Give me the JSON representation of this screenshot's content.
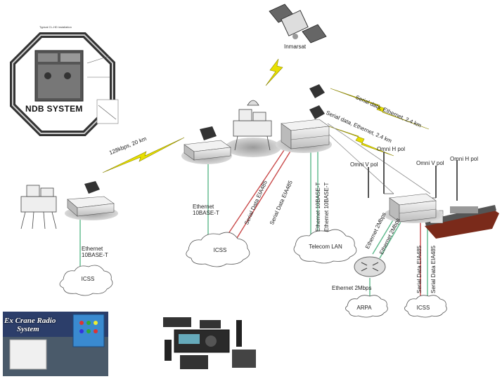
{
  "ndb": {
    "title": "NDB SYSTEM",
    "caption": "Typical CL-HD installation"
  },
  "inmarsat": {
    "label": "Inmarsat"
  },
  "links": {
    "microwave": "128kbps, 20 km",
    "serial_upper": "Serial data, Ethernet, 2.4 km",
    "serial_lower": "Serial data, Ethernet, 2.4 km"
  },
  "antennas": {
    "omni_h_left": "Omni H pol",
    "omni_v_left": "Omni V pol",
    "omni_v_right": "Omni V pol",
    "omni_h_right": "Omni H pol"
  },
  "connections": {
    "eth_left": "Ethernet\n10BASE-T",
    "eth_mid": "Ethernet\n10BASE-T",
    "serial_eia_1": "Serial Data EIA485",
    "serial_eia_2": "Serial Data EIA485",
    "eth_10_1": "Ethernet 10BASE-T",
    "eth_10_2": "Ethernet 10BASE-T",
    "eth_2m_1": "Ethernet 2Mbps",
    "eth_2m_2": "Ethernet 2Mbps",
    "eth_2m_3": "Ethernet 2Mbps",
    "serial_eia_3": "Serial Data EIA485",
    "serial_eia_4": "Serial Data EIA485"
  },
  "clouds": {
    "icss_left": "ICSS",
    "icss_mid": "ICSS",
    "telecom_lan": "Telecom LAN",
    "arpa": "ARPA",
    "icss_right": "ICSS"
  },
  "crane": {
    "title_line1": "Ex Crane Radio",
    "title_line2": "System"
  },
  "colors": {
    "green_line": "#5cb88a",
    "red_line": "#c94a4a",
    "bolt": "#e8e000",
    "box": "#e9e9e9"
  }
}
